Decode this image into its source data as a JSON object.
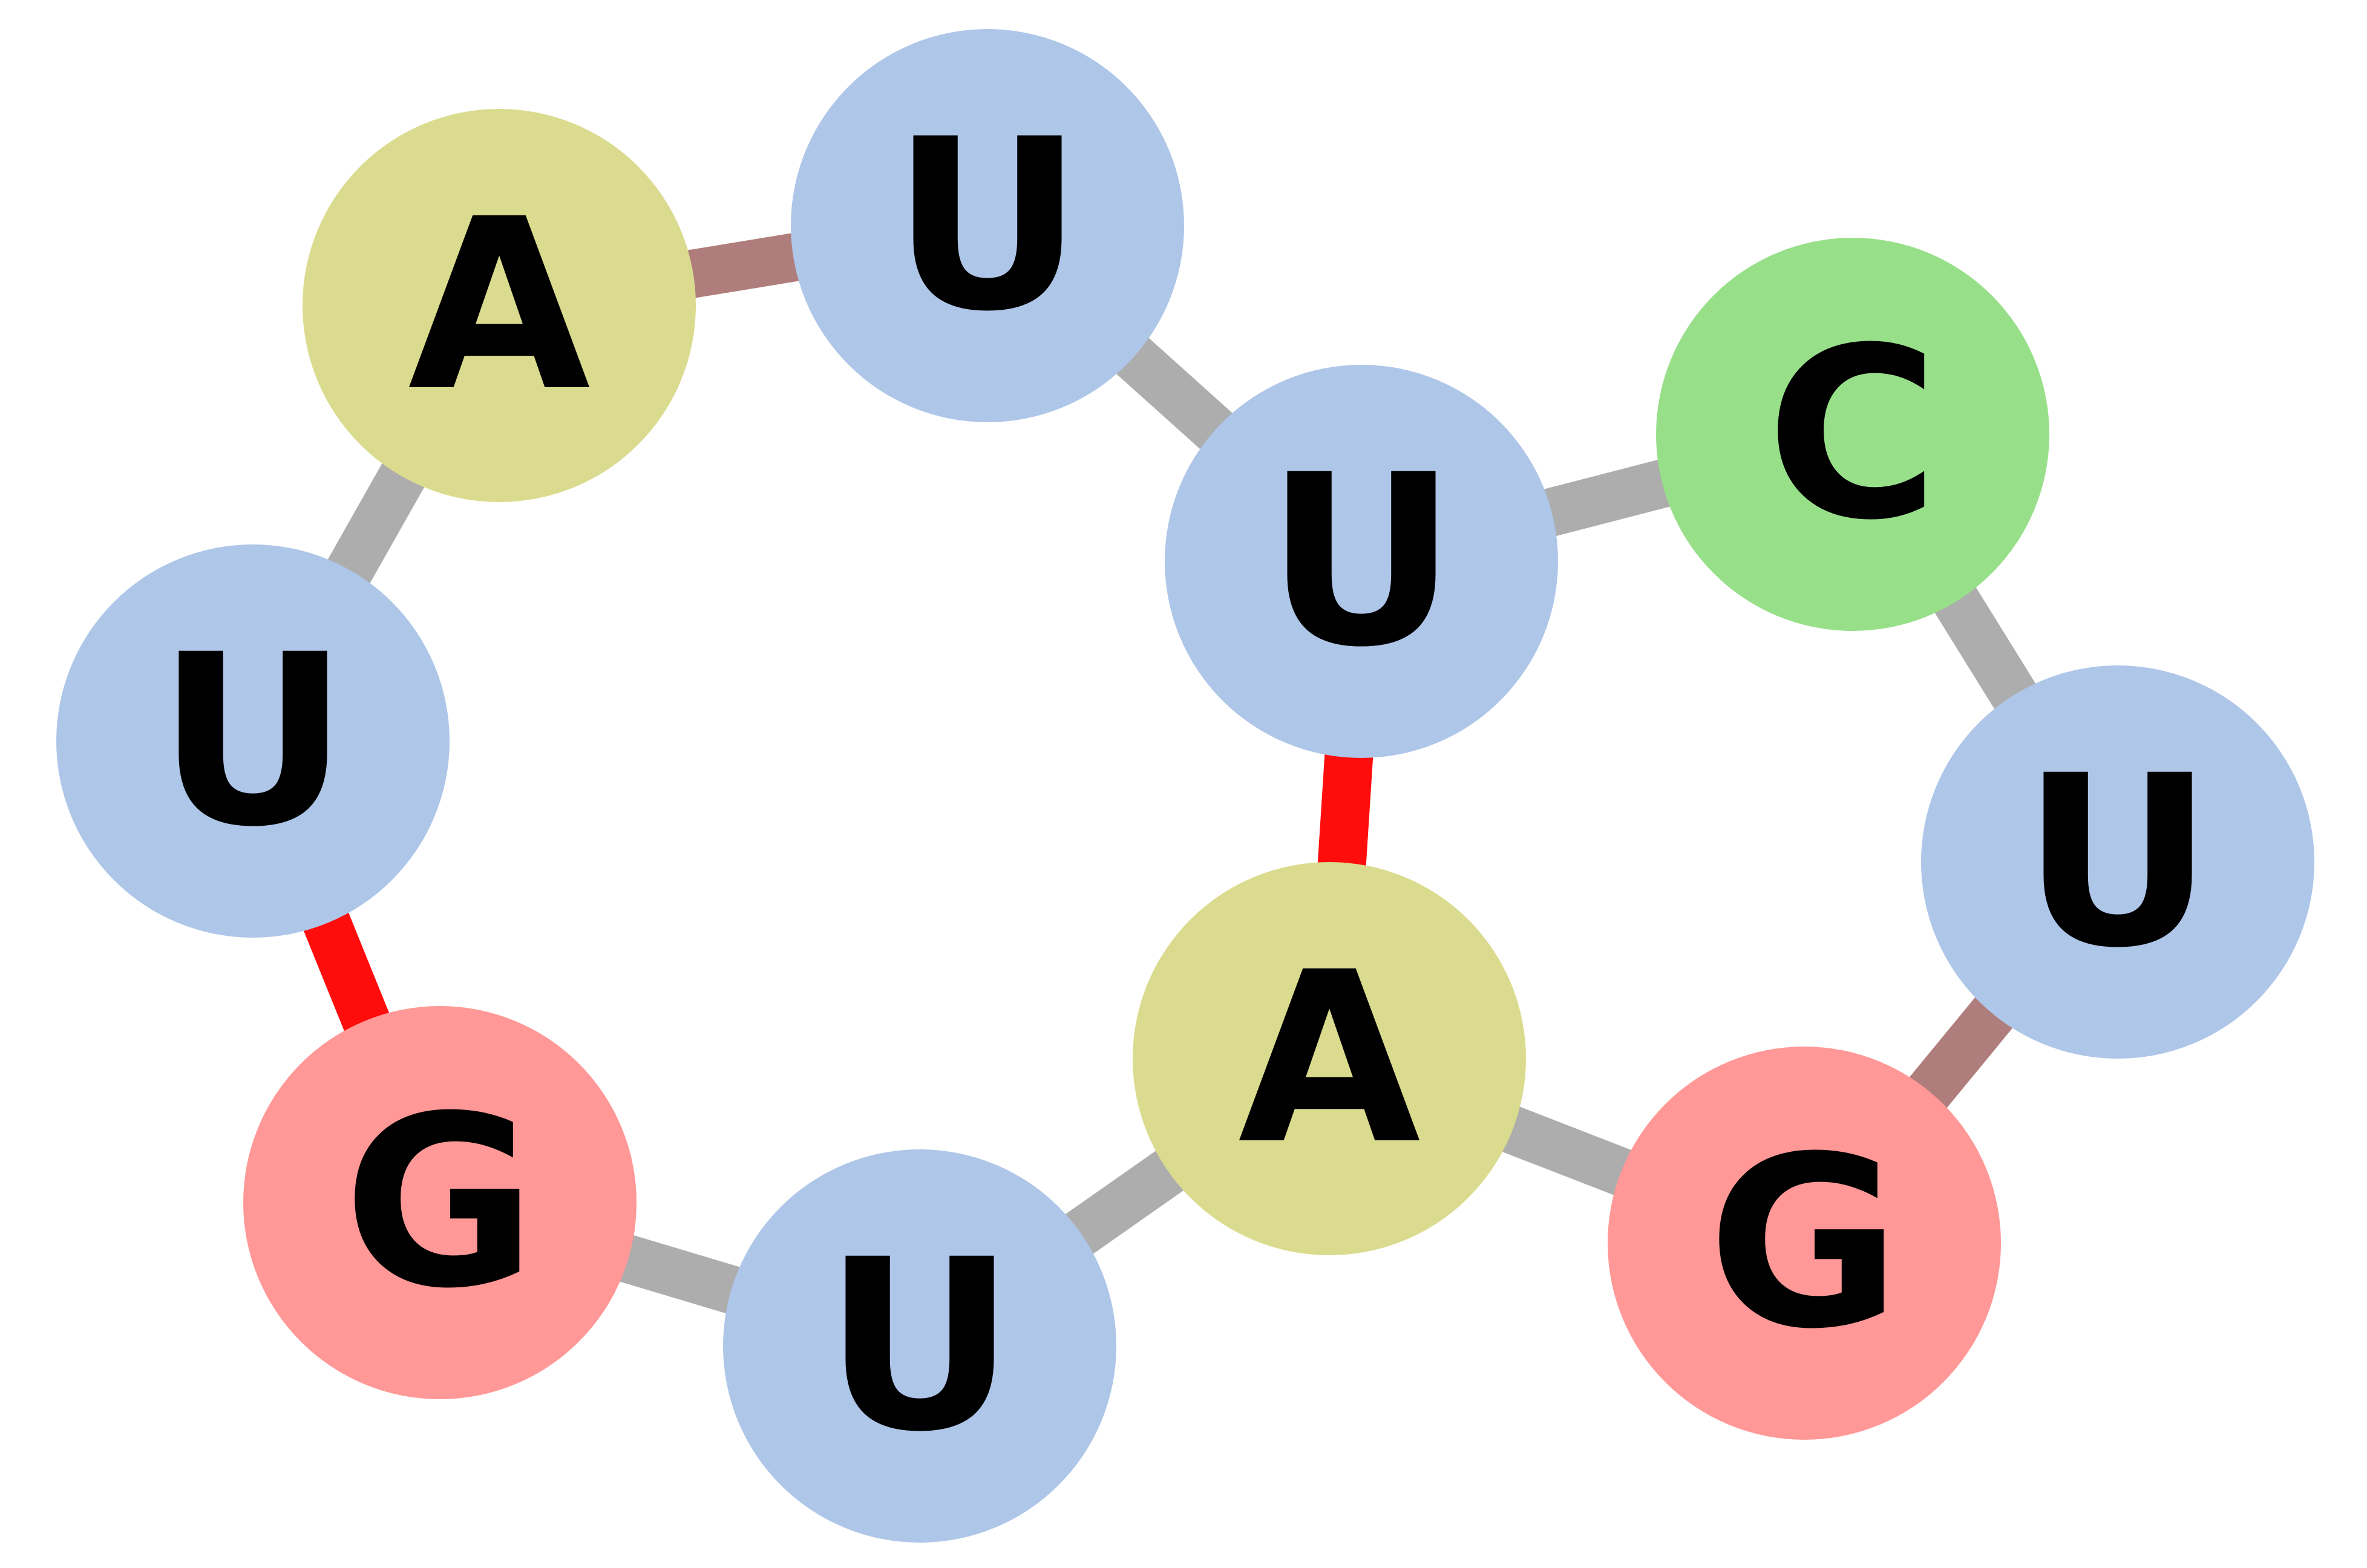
{
  "diagram": {
    "type": "rna-secondary-structure",
    "nodes": [
      {
        "id": "n1",
        "label": "A",
        "color": "#dadb8e"
      },
      {
        "id": "n2",
        "label": "U",
        "color": "#aec6e8"
      },
      {
        "id": "n3",
        "label": "U",
        "color": "#aec6e8"
      },
      {
        "id": "n4",
        "label": "C",
        "color": "#98df8a"
      },
      {
        "id": "n5",
        "label": "U",
        "color": "#aec6e8"
      },
      {
        "id": "n6",
        "label": "U",
        "color": "#aec6e8"
      },
      {
        "id": "n7",
        "label": "G",
        "color": "#ff9896"
      },
      {
        "id": "n8",
        "label": "A",
        "color": "#dadb8e"
      },
      {
        "id": "n9",
        "label": "G",
        "color": "#ff9896"
      },
      {
        "id": "n10",
        "label": "U",
        "color": "#aec6e8"
      }
    ],
    "edges": [
      {
        "from": "n1",
        "to": "n2",
        "kind": "backbone-special",
        "color": "#af7e7c"
      },
      {
        "from": "n2",
        "to": "n3",
        "kind": "backbone",
        "color": "#adadad"
      },
      {
        "from": "n3",
        "to": "n4",
        "kind": "backbone",
        "color": "#adadad"
      },
      {
        "from": "n4",
        "to": "n5",
        "kind": "backbone",
        "color": "#adadad"
      },
      {
        "from": "n5",
        "to": "n9",
        "kind": "backbone-special",
        "color": "#af7e7c"
      },
      {
        "from": "n9",
        "to": "n8",
        "kind": "backbone",
        "color": "#adadad"
      },
      {
        "from": "n8",
        "to": "n10",
        "kind": "backbone",
        "color": "#adadad"
      },
      {
        "from": "n10",
        "to": "n7",
        "kind": "backbone",
        "color": "#adadad"
      },
      {
        "from": "n7",
        "to": "n6",
        "kind": "base-pair",
        "color": "#ff0c0c"
      },
      {
        "from": "n6",
        "to": "n1",
        "kind": "backbone",
        "color": "#adadad"
      },
      {
        "from": "n3",
        "to": "n8",
        "kind": "base-pair",
        "color": "#ff0c0c"
      }
    ]
  }
}
